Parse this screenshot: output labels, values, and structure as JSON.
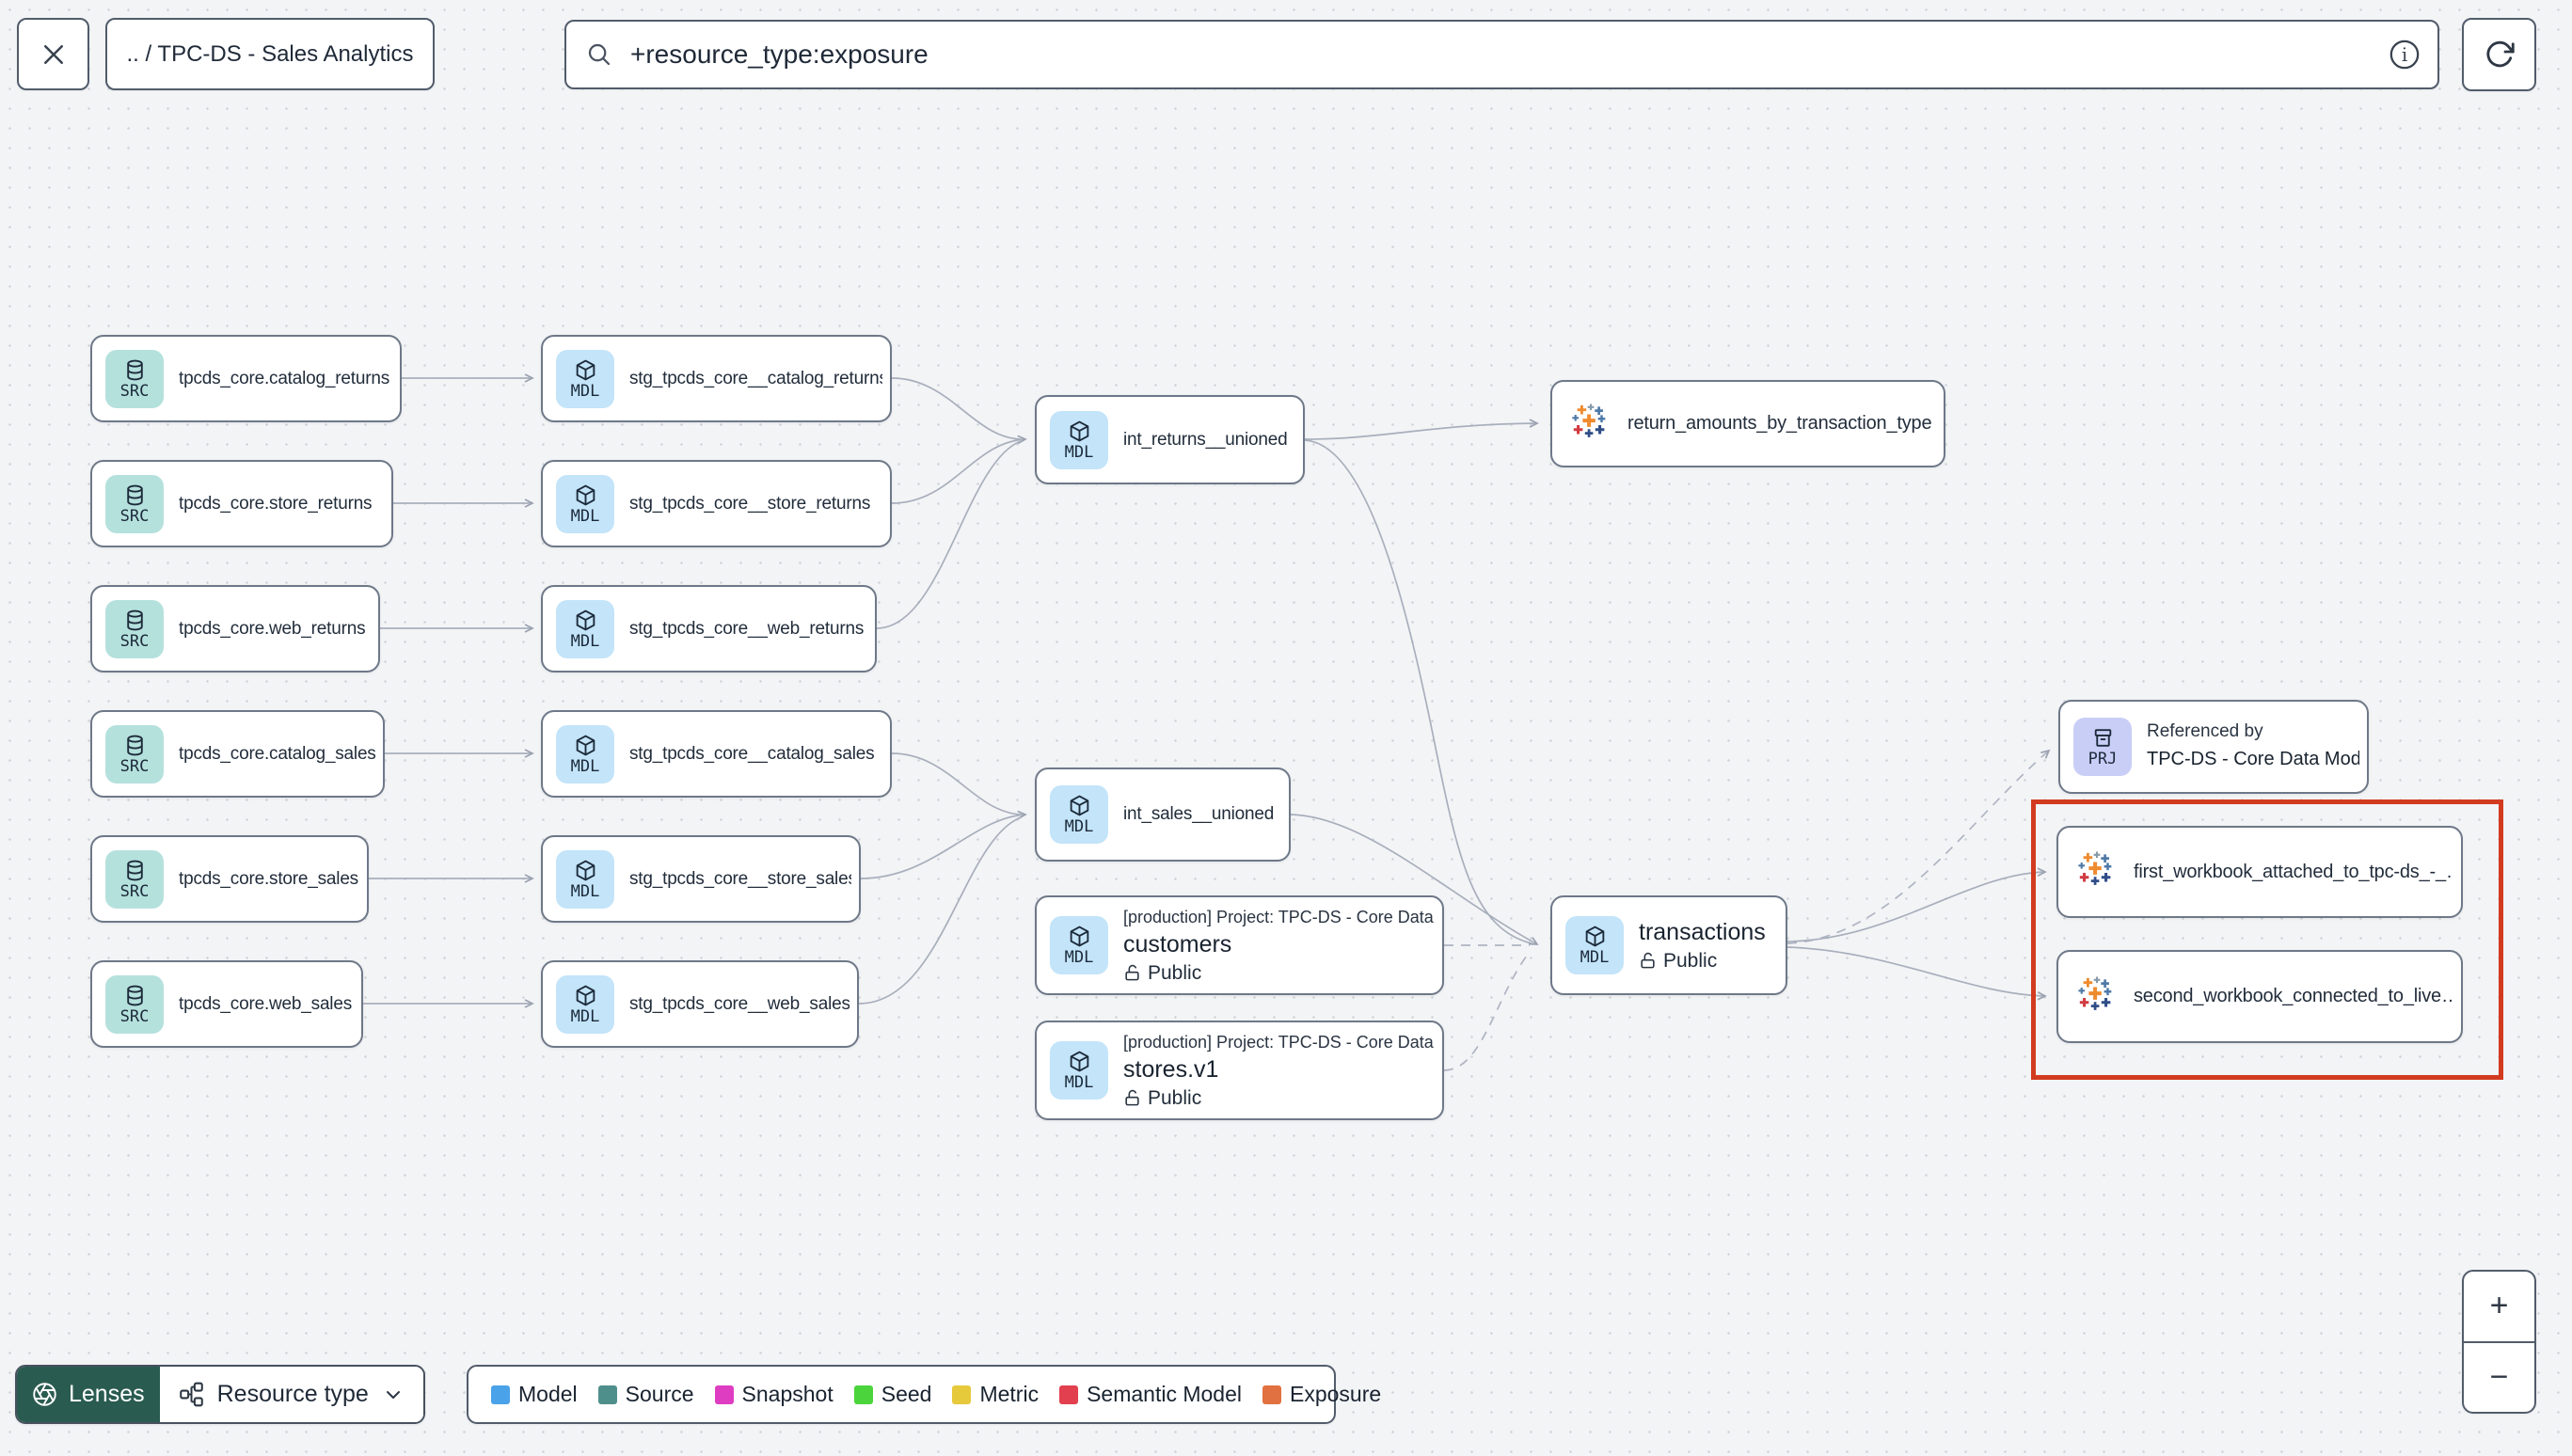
{
  "header": {
    "breadcrumb": ".. / TPC-DS - Sales Analytics",
    "search_value": "+resource_type:exposure"
  },
  "graph": {
    "badge_labels": {
      "src": "SRC",
      "mdl": "MDL",
      "prj": "PRJ"
    },
    "nodes": [
      {
        "label": "tpcds_core.catalog_returns"
      },
      {
        "label": "tpcds_core.store_returns"
      },
      {
        "label": "tpcds_core.web_returns"
      },
      {
        "label": "tpcds_core.catalog_sales"
      },
      {
        "label": "tpcds_core.store_sales"
      },
      {
        "label": "tpcds_core.web_sales"
      },
      {
        "label": "stg_tpcds_core__catalog_returns"
      },
      {
        "label": "stg_tpcds_core__store_returns"
      },
      {
        "label": "stg_tpcds_core__web_returns"
      },
      {
        "label": "stg_tpcds_core__catalog_sales"
      },
      {
        "label": "stg_tpcds_core__store_sales"
      },
      {
        "label": "stg_tpcds_core__web_sales"
      },
      {
        "label": "int_returns__unioned"
      },
      {
        "label": "int_sales__unioned"
      },
      {
        "header": "[production] Project: TPC-DS - Core Data Mo…",
        "label": "customers",
        "access": "Public"
      },
      {
        "header": "[production] Project: TPC-DS - Core Data Mo…",
        "label": "stores.v1",
        "access": "Public"
      },
      {
        "label": "return_amounts_by_transaction_type"
      },
      {
        "label": "transactions",
        "access": "Public"
      },
      {
        "header": "Referenced by",
        "label": "TPC-DS - Core Data Models"
      },
      {
        "label": "first_workbook_attached_to_tpc-ds_-_…"
      },
      {
        "label": "second_workbook_connected_to_live…"
      }
    ]
  },
  "footer": {
    "lenses_label": "Lenses",
    "resource_type_label": "Resource type",
    "legend": [
      {
        "label": "Model",
        "color": "#4aa2e9"
      },
      {
        "label": "Source",
        "color": "#4f8f8b"
      },
      {
        "label": "Snapshot",
        "color": "#de3dc1"
      },
      {
        "label": "Seed",
        "color": "#4cd43c"
      },
      {
        "label": "Metric",
        "color": "#e7c93c"
      },
      {
        "label": "Semantic Model",
        "color": "#e2404f"
      },
      {
        "label": "Exposure",
        "color": "#e17140"
      }
    ]
  },
  "zoom_controls": {
    "zoom_in": "+",
    "zoom_out": "−"
  }
}
